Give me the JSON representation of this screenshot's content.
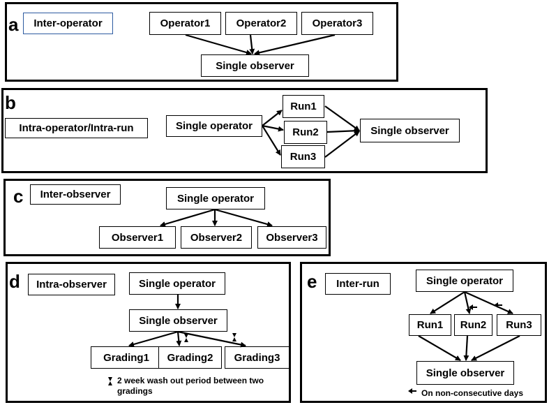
{
  "panel_a": {
    "letter": "a",
    "title": "Inter-operator",
    "operators": [
      "Operator1",
      "Operator2",
      "Operator3"
    ],
    "observer": "Single observer"
  },
  "panel_b": {
    "letter": "b",
    "title": "Intra-operator/Intra-run",
    "operator": "Single operator",
    "runs": [
      "Run1",
      "Run2",
      "Run3"
    ],
    "observer": "Single observer"
  },
  "panel_c": {
    "letter": "c",
    "title": "Inter-observer",
    "operator": "Single operator",
    "observers": [
      "Observer1",
      "Observer2",
      "Observer3"
    ]
  },
  "panel_d": {
    "letter": "d",
    "title": "Intra-observer",
    "operator": "Single operator",
    "observer": "Single observer",
    "gradings": [
      "Grading1",
      "Grading2",
      "Grading3"
    ],
    "note": "2 week wash out period between two gradings",
    "note_icon": "hourglass-icon"
  },
  "panel_e": {
    "letter": "e",
    "title": "Inter-run",
    "operator": "Single operator",
    "runs": [
      "Run1",
      "Run2",
      "Run3"
    ],
    "observer": "Single observer",
    "note": "On non-consecutive days",
    "note_icon": "arrow-marker-icon"
  }
}
